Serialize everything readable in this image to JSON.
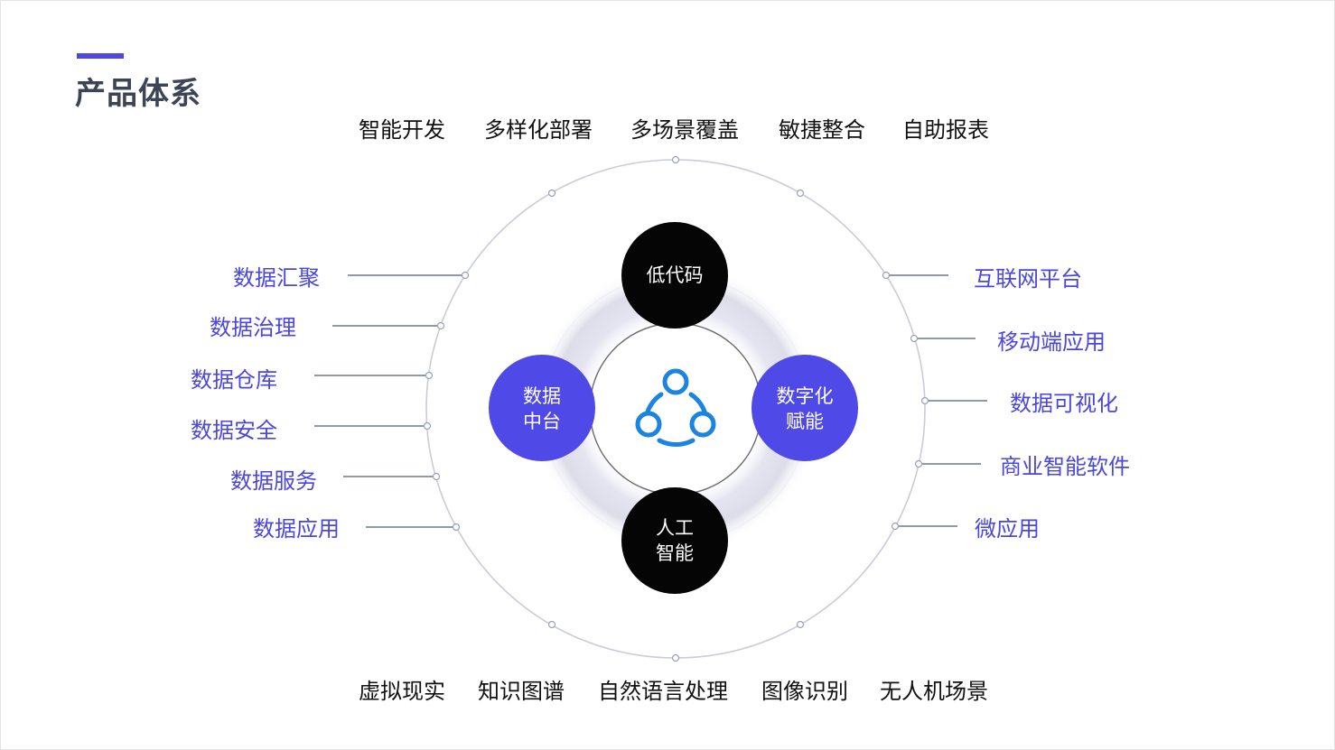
{
  "title": "产品体系",
  "top_labels": [
    "智能开发",
    "多样化部署",
    "多场景覆盖",
    "敏捷整合",
    "自助报表"
  ],
  "bottom_labels": [
    "虚拟现实",
    "知识图谱",
    "自然语言处理",
    "图像识别",
    "无人机场景"
  ],
  "left_labels": [
    "数据汇聚",
    "数据治理",
    "数据仓库",
    "数据安全",
    "数据服务",
    "数据应用"
  ],
  "right_labels": [
    "互联网平台",
    "移动端应用",
    "数据可视化",
    "商业智能软件",
    "微应用"
  ],
  "nodes": {
    "top": [
      "低代码"
    ],
    "left": [
      "数据",
      "中台"
    ],
    "right": [
      "数字化",
      "赋能"
    ],
    "bottom": [
      "人工",
      "智能"
    ]
  },
  "colors": {
    "accent": "#4e46e5",
    "label_blue": "#4a46e0",
    "node_black": "#050505",
    "node_blue": "#4f49e8",
    "center_icon": "#1b83e0"
  },
  "center_icon": "share-nodes-icon"
}
